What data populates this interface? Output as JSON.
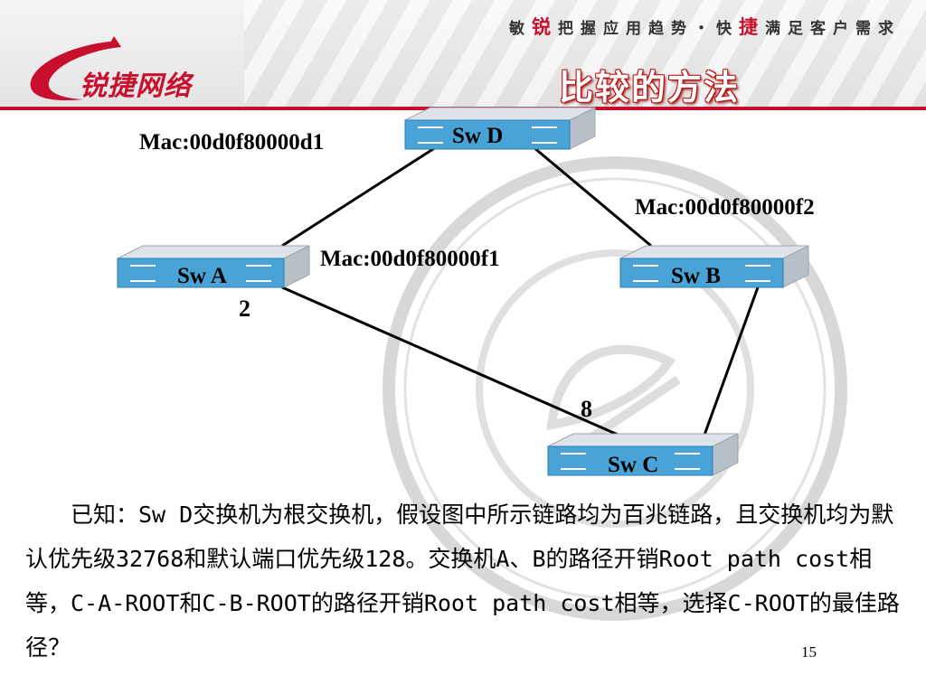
{
  "header": {
    "slogan_pre": "敏",
    "slogan_hl1": "锐",
    "slogan_mid": "把握应用趋势・快",
    "slogan_hl2": "捷",
    "slogan_post": "满足客户需求",
    "logo_text": "锐捷网络",
    "title": "比较的方法"
  },
  "diagram": {
    "switches": [
      {
        "id": "d",
        "label": "Sw D"
      },
      {
        "id": "a",
        "label": "Sw A"
      },
      {
        "id": "b",
        "label": "Sw B"
      },
      {
        "id": "c",
        "label": "Sw C"
      }
    ],
    "macs": {
      "d": "Mac:00d0f80000d1",
      "b": "Mac:00d0f80000f2",
      "a": "Mac:00d0f80000f1"
    },
    "costs": {
      "a_port": "2",
      "c_port": "8"
    }
  },
  "body": {
    "text": "已知：Sw D交换机为根交换机，假设图中所示链路均为百兆链路，且交换机均为默认优先级32768和默认端口优先级128。交换机A、B的路径开销Root path cost相等，C-A-ROOT和C-B-ROOT的路径开销Root path cost相等，选择C-ROOT的最佳路径？"
  },
  "page_number": "15",
  "colors": {
    "brand_red": "#c8102e",
    "switch_face": "#4aa3d6",
    "switch_top": "#dde3e8"
  }
}
